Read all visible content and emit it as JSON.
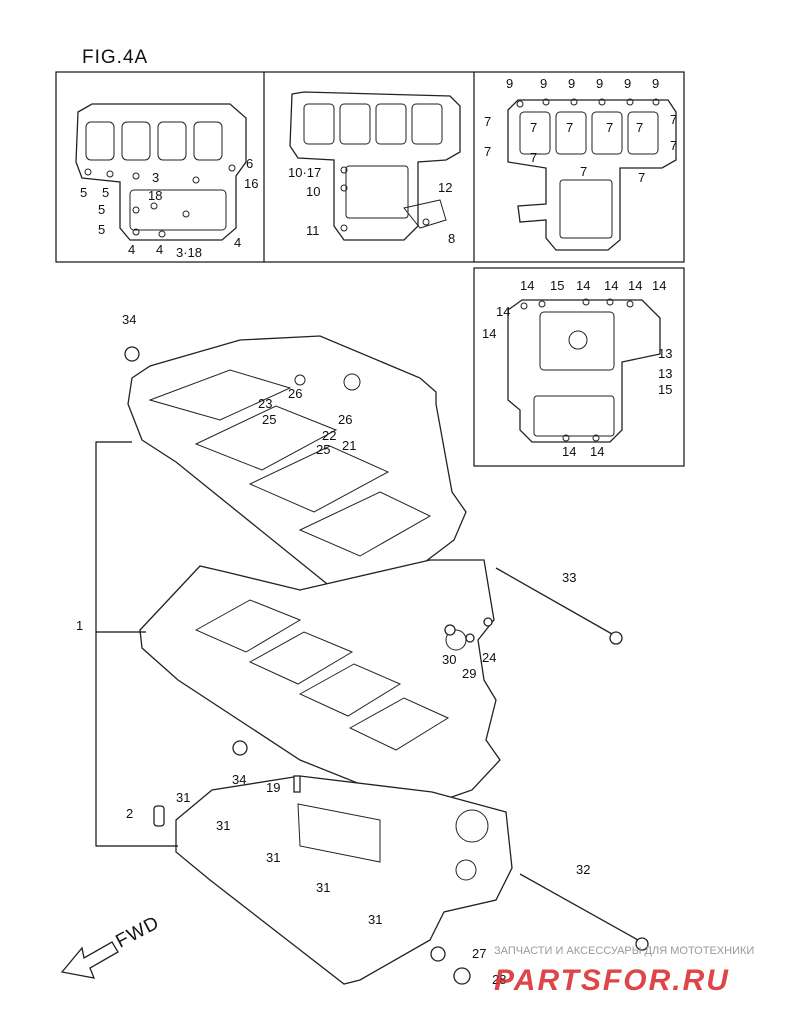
{
  "figure": {
    "title": "FIG.4A"
  },
  "direction": {
    "label": "FWD"
  },
  "callouts": {
    "box1": [
      "5",
      "5",
      "5",
      "5",
      "4",
      "4",
      "3",
      "18",
      "3·18",
      "4",
      "6",
      "16"
    ],
    "box2": [
      "10·17",
      "10",
      "11",
      "12",
      "8"
    ],
    "box3": [
      "9",
      "9",
      "9",
      "9",
      "9",
      "9",
      "7",
      "7",
      "7",
      "7",
      "7",
      "7",
      "7",
      "7",
      "7",
      "7",
      "7"
    ],
    "box4": [
      "14",
      "14",
      "15",
      "14",
      "14",
      "14",
      "14",
      "14",
      "13",
      "13",
      "15",
      "14",
      "14"
    ],
    "main": [
      "34",
      "26",
      "23",
      "25",
      "26",
      "22",
      "25",
      "21",
      "33",
      "1",
      "30",
      "24",
      "29",
      "34",
      "19",
      "2",
      "31",
      "31",
      "31",
      "31",
      "31",
      "32",
      "27",
      "28"
    ]
  },
  "watermark": {
    "caption": "ЗАПЧАСТИ И АКСЕССУАРЫ ДЛЯ МОТОТЕХНИКИ",
    "brand": "PARTSFOR.RU"
  },
  "colors": {
    "line": "#111111",
    "watermark": "#d8252a",
    "background": "#ffffff"
  }
}
